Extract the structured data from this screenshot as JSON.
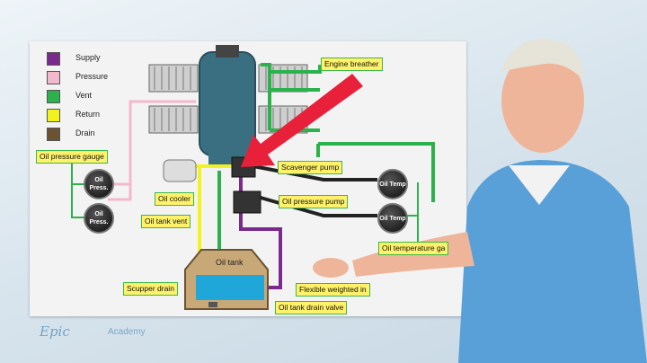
{
  "legend": [
    {
      "label": "Supply",
      "color": "#7a2a8c"
    },
    {
      "label": "Pressure",
      "color": "#f4b8cc"
    },
    {
      "label": "Vent",
      "color": "#2bb24c"
    },
    {
      "label": "Return",
      "color": "#f2f21e"
    },
    {
      "label": "Drain",
      "color": "#6b5230"
    }
  ],
  "callouts": {
    "engine_breather": "Engine breather",
    "scavenger_pump": "Scavenger pump",
    "oil_pressure_pump": "Oil pressure pump",
    "oil_pressure_gauge": "Oil pressure gauge",
    "oil_cooler": "Oil cooler",
    "oil_tank_vent": "Oil tank vent",
    "oil_temperature_gauge": "Oil temperature ga",
    "scupper_drain": "Scupper drain",
    "flexible_weighted": "Flexible weighted in",
    "oil_tank_drain_valve": "Oil tank drain valve"
  },
  "gauges": {
    "oil_press_1": "Oil Press.",
    "oil_press_2": "Oil Press.",
    "oil_temp_1": "Oil Temp",
    "oil_temp_2": "Oil Temp"
  },
  "tank_label": "Oil tank",
  "watermark": {
    "brand": "Epic",
    "academy": "Academy"
  },
  "colors": {
    "supply": "#7a2a8c",
    "pressure": "#f4b8cc",
    "vent": "#2bb24c",
    "return": "#f2f21e",
    "drain": "#6b5230",
    "arrow": "#e8203a",
    "callout_bg": "#fff26a",
    "callout_border": "#3cb84a"
  }
}
